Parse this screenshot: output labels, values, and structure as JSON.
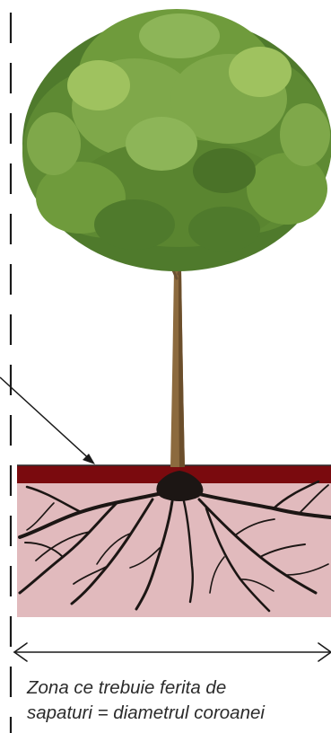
{
  "caption": {
    "line1": "Zona ce trebuie ferita de",
    "line2": "sapaturi = diametrul coroanei"
  },
  "colors": {
    "soil": "#e1babd",
    "topsoil": "#7a0a0e",
    "roots": "#1c1614",
    "foliage_dark": "#4f7a2c",
    "foliage_mid": "#6f9b3c",
    "foliage_light": "#9fc25f",
    "trunk": "#8c6a3e",
    "guide_lines": "#1a1a1a"
  },
  "icons": {
    "tree": "tree-illustration",
    "roots": "root-system",
    "arrow": "pointer-arrow",
    "dimension": "double-headed-arrow"
  }
}
